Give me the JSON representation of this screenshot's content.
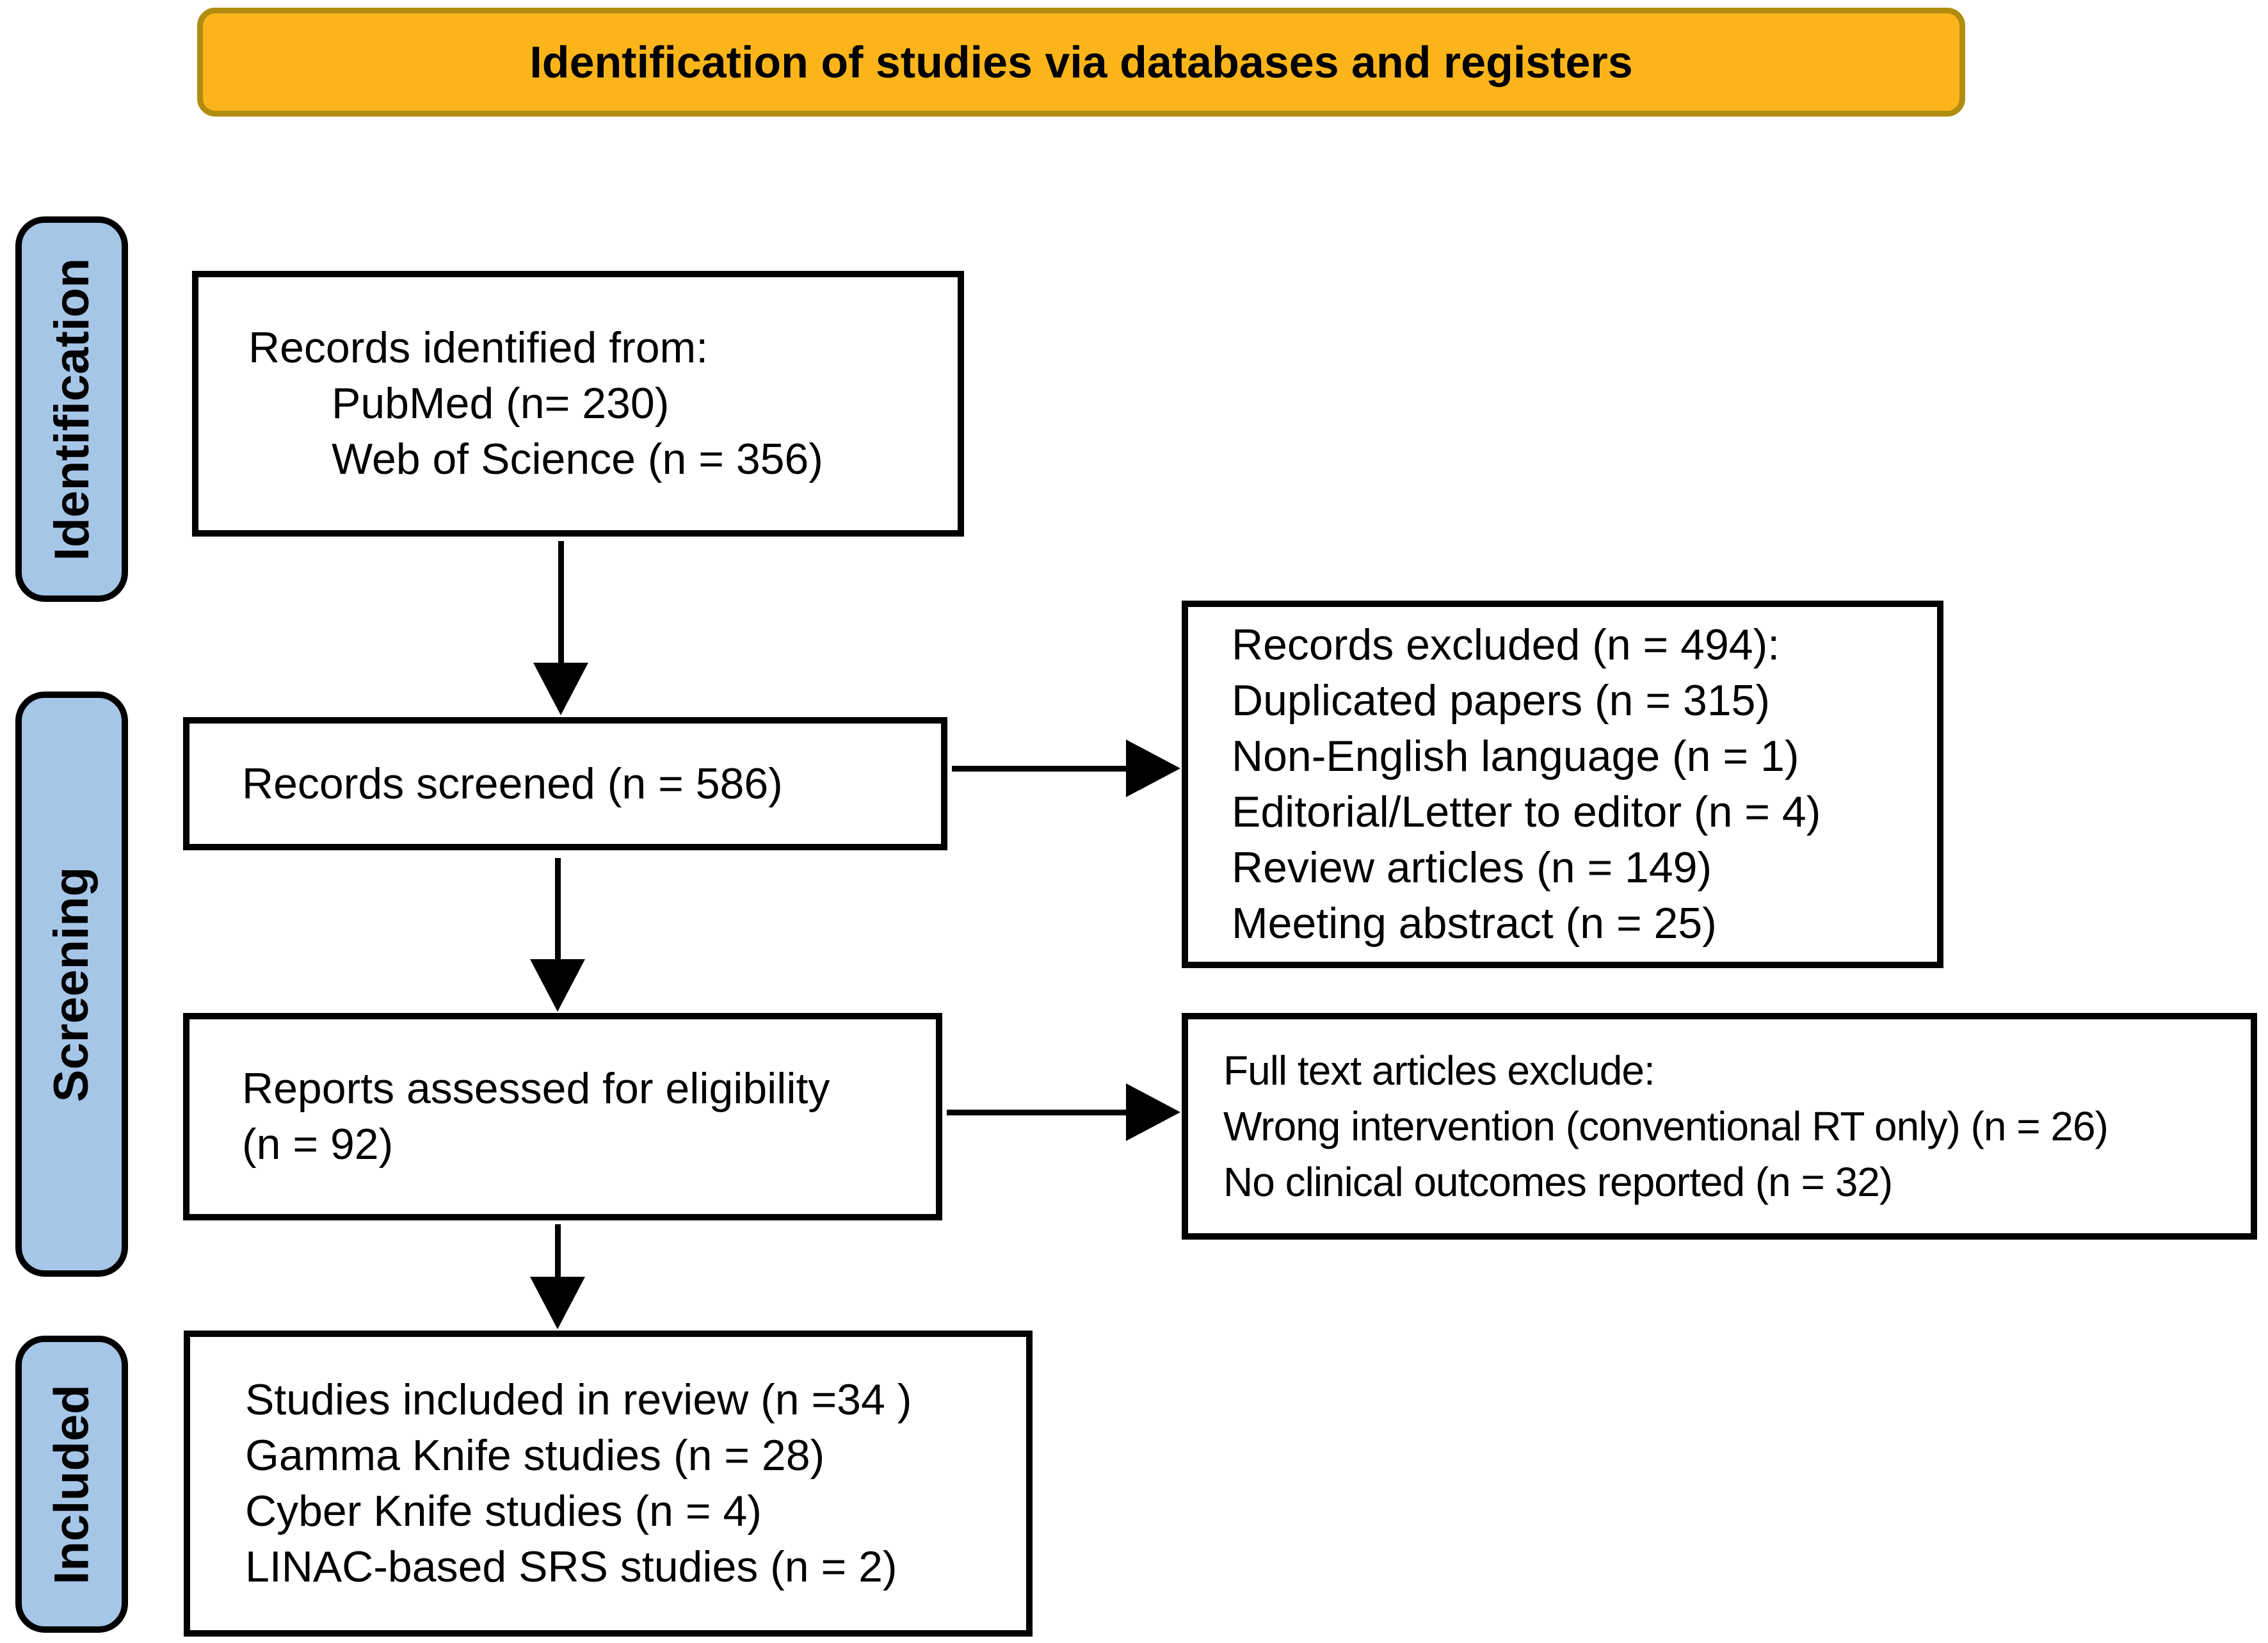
{
  "banner": {
    "title": "Identification of studies via databases and registers"
  },
  "stages": [
    {
      "label": "Identification"
    },
    {
      "label": "Screening"
    },
    {
      "label": "Included"
    }
  ],
  "boxes": {
    "identified": {
      "lines": [
        "Records identified from:",
        "PubMed (n= 230)",
        "Web of Science (n = 356)"
      ]
    },
    "screened": {
      "lines": [
        "Records screened (n = 586)"
      ]
    },
    "assessed": {
      "lines": [
        "Reports assessed for eligibility",
        "(n = 92)"
      ]
    },
    "included": {
      "lines": [
        "Studies included in review (n =34 )",
        "Gamma Knife studies (n = 28)",
        "Cyber Knife studies (n = 4)",
        "LINAC-based SRS studies (n = 2)"
      ]
    },
    "records_excluded": {
      "lines": [
        "Records excluded (n = 494):",
        "Duplicated papers (n = 315)",
        "Non-English language (n = 1)",
        "Editorial/Letter to editor (n = 4)",
        "Review articles (n = 149)",
        "Meeting abstract (n = 25)"
      ]
    },
    "fulltext_excluded": {
      "lines": [
        "Full text articles exclude:",
        "Wrong intervention (conventional RT only) (n = 26)",
        "No clinical outcomes reported (n = 32)"
      ]
    }
  },
  "colors": {
    "banner_fill": "#FBB51B",
    "banner_border": "#B08C10",
    "stage_fill": "#A6C6E8",
    "box_border": "#000000",
    "arrow": "#000000"
  }
}
